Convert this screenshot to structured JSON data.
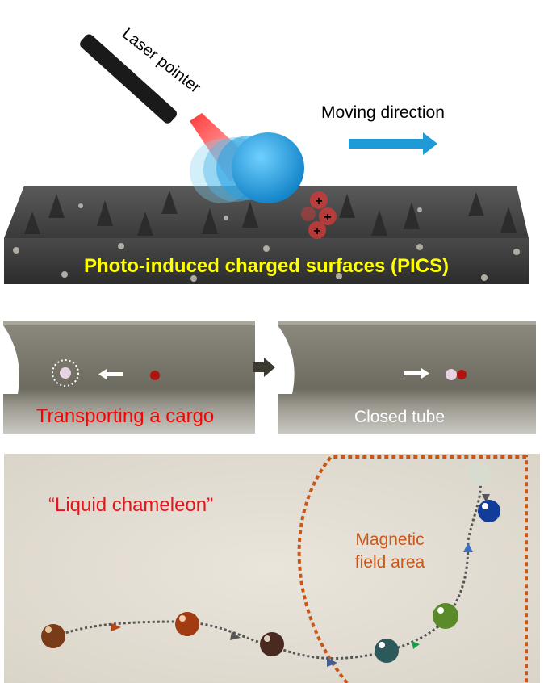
{
  "top_panel": {
    "laser_label": "Laser pointer",
    "direction_label": "Moving direction",
    "surface_label": "Photo-induced charged surfaces (PICS)",
    "charge_symbol": "+",
    "arrow_color": "#1e9ad6",
    "surface_label_color": "#ffff00"
  },
  "middle_panel": {
    "left_caption": "Transporting a cargo",
    "right_caption": "Closed tube",
    "left_caption_color": "#ff0000"
  },
  "bottom_panel": {
    "title": "“Liquid chameleon”",
    "region_label_line1": "Magnetic",
    "region_label_line2": "field area",
    "title_color": "#e8141b",
    "region_color": "#c8581a"
  }
}
